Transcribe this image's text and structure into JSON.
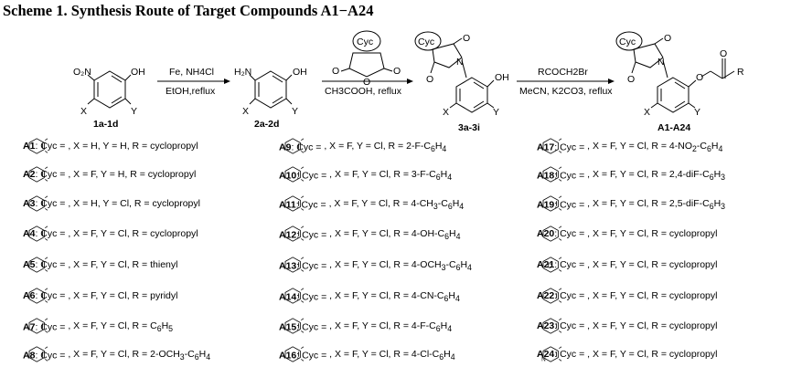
{
  "title": "Scheme 1. Synthesis Route of Target Compounds A1−A24",
  "scheme": {
    "steps": [
      {
        "reagent_top": "Fe, NH4Cl",
        "reagent_bottom": "EtOH,reflux"
      },
      {
        "reagent_top": "",
        "reagent_bottom": "CH3COOH, reflux"
      },
      {
        "reagent_top": "RCOCH2Br",
        "reagent_bottom": "MeCN, K2CO3, reflux"
      }
    ],
    "compounds": [
      "1a-1d",
      "2a-2d",
      "3a-3i",
      "A1-A24"
    ],
    "atoms": {
      "no2": "O₂N",
      "oh": "OH",
      "h2n": "H₂N",
      "x": "X",
      "y": "Y",
      "o": "O",
      "n": "N",
      "cyc": "Cyc",
      "r": "R"
    }
  },
  "entries": [
    {
      "id": "A1",
      "ring": "cyclohexenyl",
      "text": ", X = H, Y = H, R = cyclopropyl"
    },
    {
      "id": "A2",
      "ring": "cyclohexenyl",
      "text": ", X = F, Y = H, R = cyclopropyl"
    },
    {
      "id": "A3",
      "ring": "cyclohexenyl",
      "text": ", X = H, Y = Cl, R = cyclopropyl"
    },
    {
      "id": "A4",
      "ring": "cyclohexenyl",
      "text": ", X = F, Y = Cl, R = cyclopropyl"
    },
    {
      "id": "A5",
      "ring": "cyclohexenyl",
      "text": ", X = F, Y = Cl, R = thienyl"
    },
    {
      "id": "A6",
      "ring": "cyclohexenyl",
      "text": ", X = F, Y = Cl, R = pyridyl"
    },
    {
      "id": "A7",
      "ring": "cyclohexenyl",
      "text": ", X = F, Y = Cl, R = C6H5"
    },
    {
      "id": "A8",
      "ring": "cyclohexenyl",
      "text": ", X = F, Y = Cl, R = 2-OCH3-C6H4"
    },
    {
      "id": "A9",
      "ring": "cyclohexenyl",
      "text": ", X = F, Y = Cl, R = 2-F-C6H4"
    },
    {
      "id": "A10",
      "ring": "cyclohexenyl",
      "text": ", X = F, Y = Cl, R = 3-F-C6H4"
    },
    {
      "id": "A11",
      "ring": "cyclohexenyl",
      "text": ", X = F, Y = Cl, R = 4-CH3-C6H4"
    },
    {
      "id": "A12",
      "ring": "cyclohexenyl",
      "text": ", X = F, Y = Cl, R = 4-OH-C6H4"
    },
    {
      "id": "A13",
      "ring": "cyclohexenyl",
      "text": ", X = F, Y = Cl, R = 4-OCH3-C6H4"
    },
    {
      "id": "A14",
      "ring": "cyclohexenyl",
      "text": ", X = F, Y = Cl, R = 4-CN-C6H4"
    },
    {
      "id": "A15",
      "ring": "cyclohexenyl",
      "text": ", X = F, Y = Cl, R = 4-F-C6H4"
    },
    {
      "id": "A16",
      "ring": "cyclohexenyl",
      "text": ", X = F, Y = Cl, R = 4-Cl-C6H4"
    },
    {
      "id": "A17",
      "ring": "cyclohexyl",
      "text": ", X = F, Y = Cl, R = 4-NO2-C6H4"
    },
    {
      "id": "A18",
      "ring": "cyclohexenyl",
      "text": ", X = F, Y = Cl, R = 2,4-diF-C6H3"
    },
    {
      "id": "A19",
      "ring": "cyclohexenyl",
      "text": ", X = F, Y = Cl, R = 2,5-diF-C6H3"
    },
    {
      "id": "A20",
      "ring": "cyclohexyl",
      "text": ", X = F, Y = Cl, R = cyclopropyl"
    },
    {
      "id": "A21",
      "ring": "oxabicyclo",
      "text": ", X = F, Y = Cl, R = cyclopropyl"
    },
    {
      "id": "A22",
      "ring": "cyclohexenyl",
      "text": ", X = F, Y = Cl, R = cyclopropyl"
    },
    {
      "id": "A23",
      "ring": "cyclohexenyl",
      "text": ", X = F, Y = Cl, R = cyclopropyl"
    },
    {
      "id": "A24",
      "ring": "pyridyl",
      "text": ", X = F, Y = Cl, R = cyclopropyl"
    }
  ],
  "labels": {
    "cyc_eq": ": Cyc = "
  }
}
